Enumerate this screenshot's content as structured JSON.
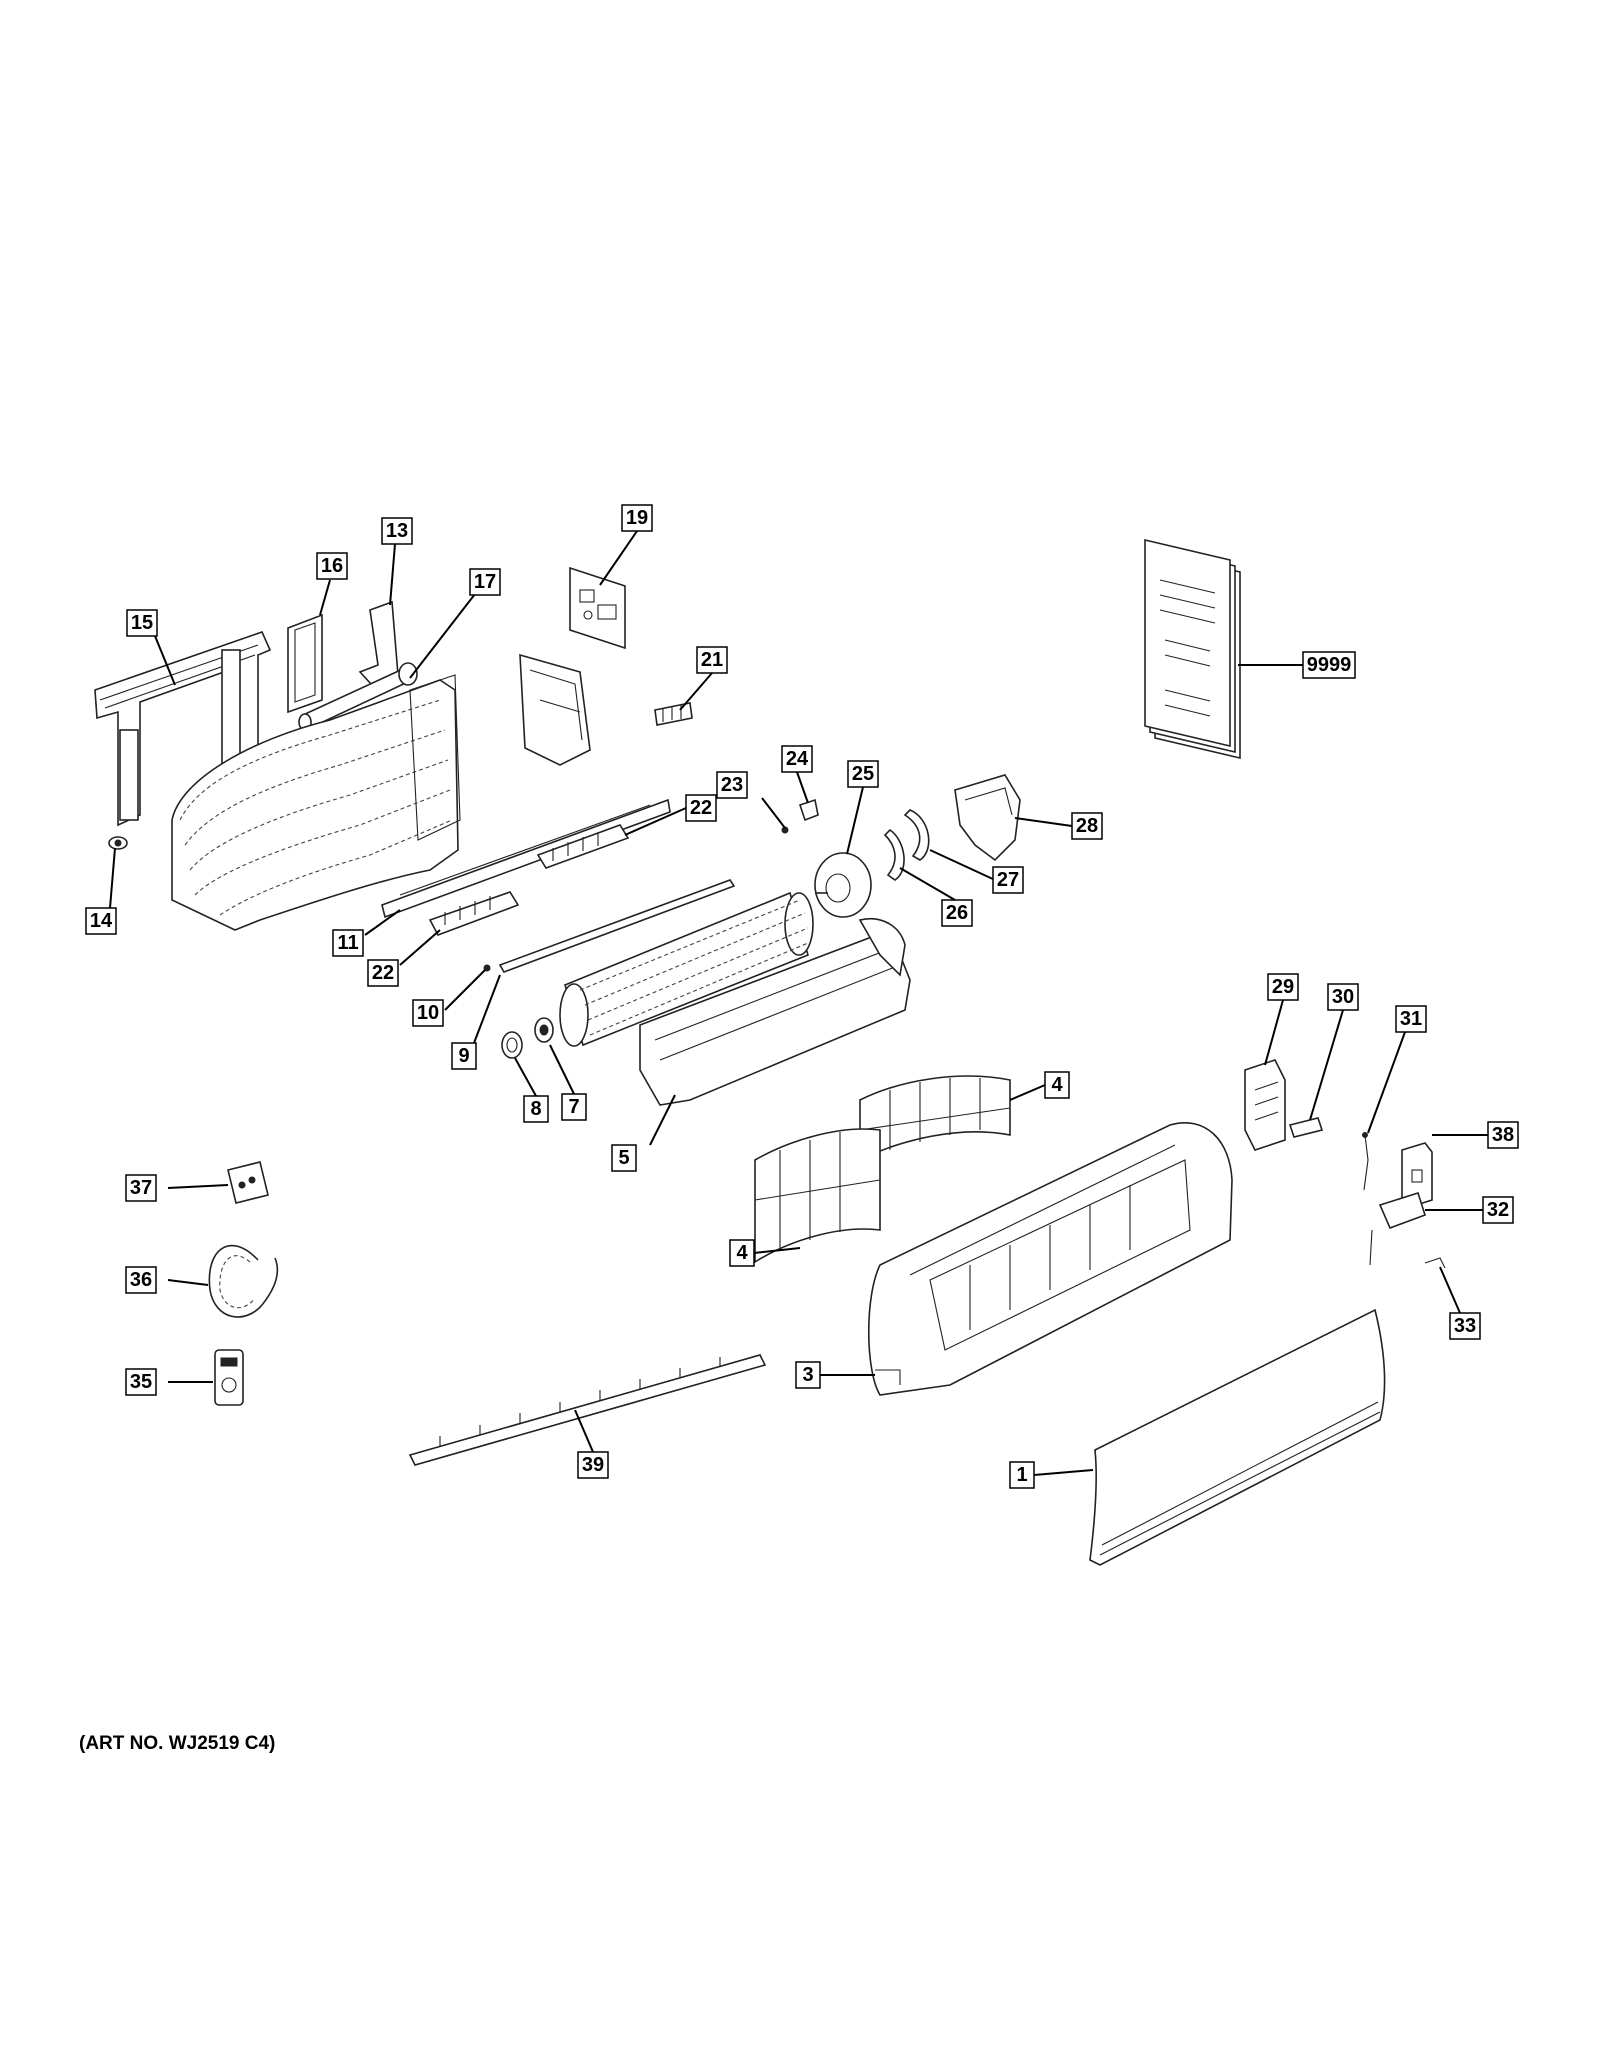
{
  "art_number": "(ART NO. WJ2519 C4)",
  "callouts": {
    "c1": "1",
    "c3": "3",
    "c4a": "4",
    "c4b": "4",
    "c5": "5",
    "c7": "7",
    "c8": "8",
    "c9": "9",
    "c10": "10",
    "c11": "11",
    "c13": "13",
    "c14": "14",
    "c15": "15",
    "c16": "16",
    "c17": "17",
    "c19": "19",
    "c21": "21",
    "c22a": "22",
    "c22b": "22",
    "c23": "23",
    "c24": "24",
    "c25": "25",
    "c26": "26",
    "c27": "27",
    "c28": "28",
    "c29": "29",
    "c30": "30",
    "c31": "31",
    "c32": "32",
    "c33": "33",
    "c35": "35",
    "c36": "36",
    "c37": "37",
    "c38": "38",
    "c39": "39",
    "c9999": "9999"
  }
}
